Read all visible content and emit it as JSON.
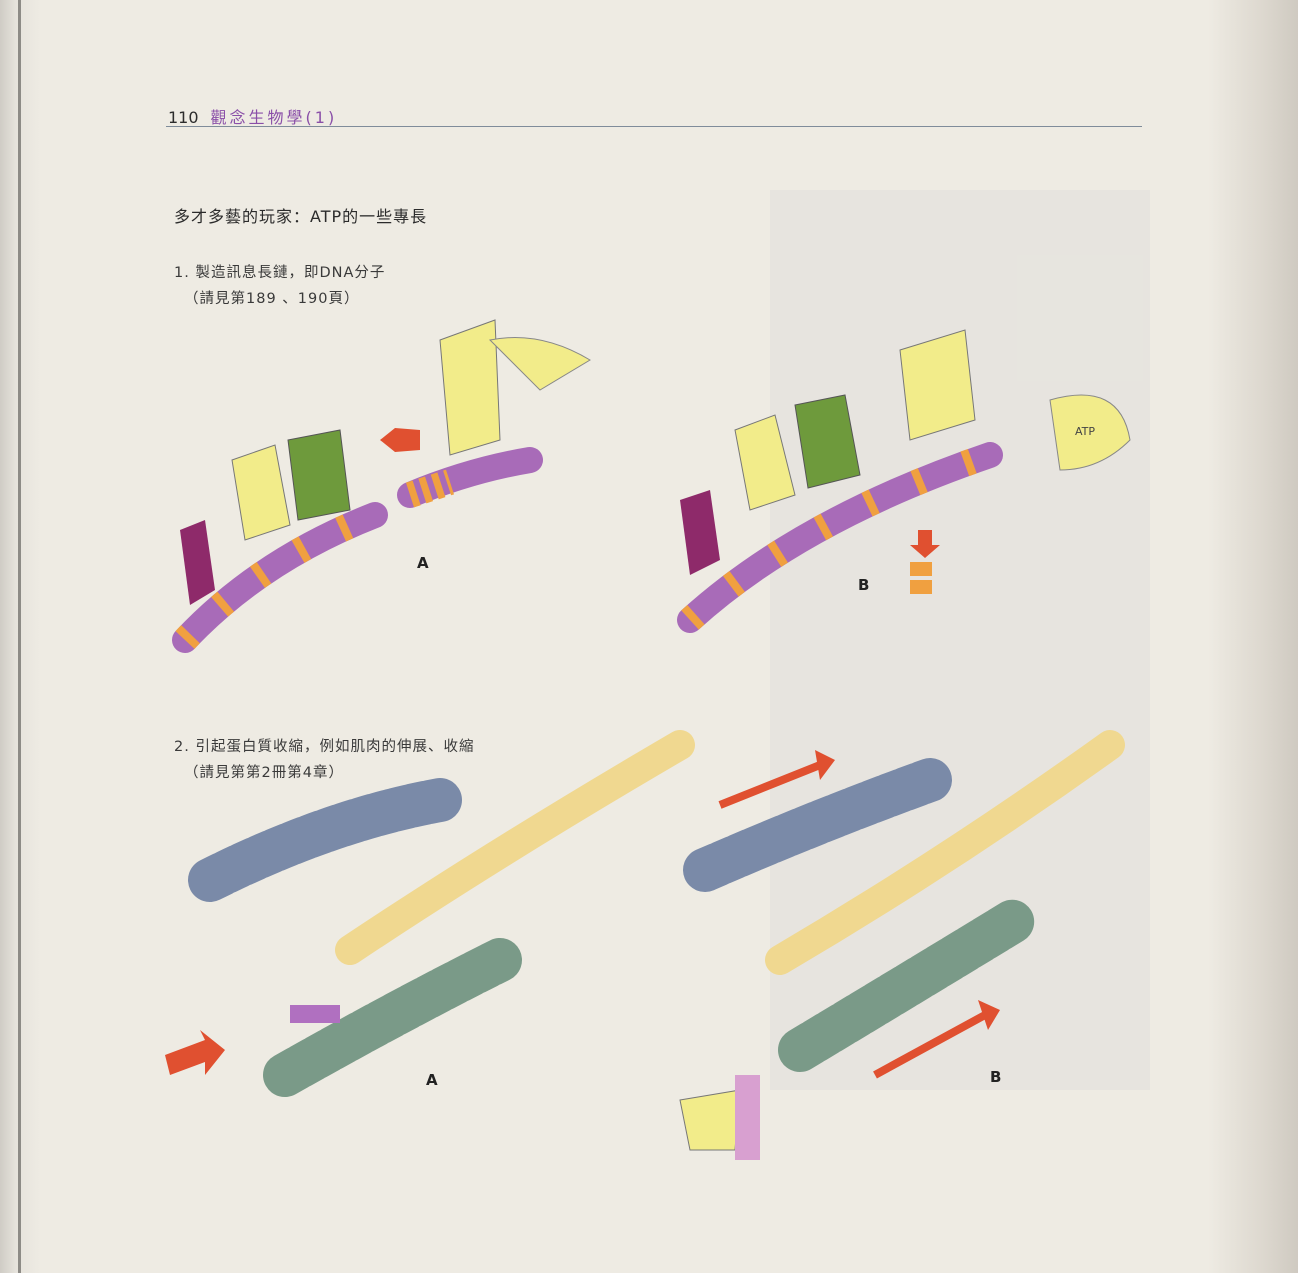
{
  "header": {
    "page_number": "110",
    "book_title": "觀念生物學(1)"
  },
  "section_heading": "多才多藝的玩家：ATP的一些專長",
  "items": [
    {
      "title": "1. 製造訊息長鏈，即DNA分子",
      "reference": "（請見第189 、190頁）",
      "panel_labels": [
        "A",
        "B"
      ]
    },
    {
      "title": "2. 引起蛋白質收縮，例如肌肉的伸展、收縮",
      "reference": "（請見第第2冊第4章）",
      "panel_labels": [
        "A",
        "B"
      ]
    }
  ],
  "illustration_text": {
    "atp_label": "ATP"
  },
  "colors": {
    "purple": "#b070c0",
    "orange": "#f0a040",
    "yellow": "#f2ec8a",
    "green": "#6e9a3c",
    "magenta": "#8e2a6a",
    "red_arrow": "#e05030"
  }
}
